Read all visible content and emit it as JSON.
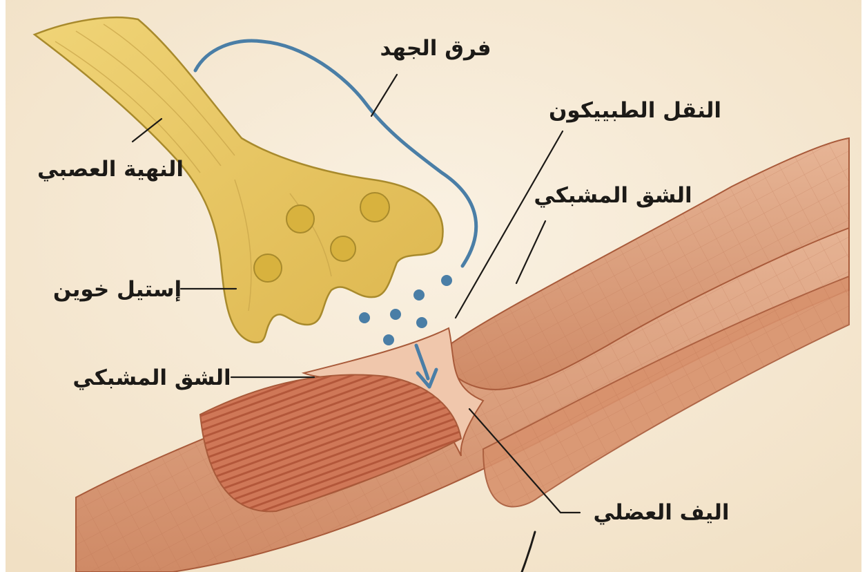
{
  "labels": {
    "potential_difference": "فرق الجهد",
    "nerve_ending": "النهية العصبي",
    "acetylcholine": "إستيل خوين",
    "transmission": "النقل الطبييكون",
    "synaptic_cleft_upper": "الشق المشبكي",
    "synaptic_cleft_lower": "الشق المشبكي",
    "muscle_fiber": "اليف العضلي"
  },
  "colors": {
    "background": "#f6ead6",
    "nerve": "#e5c25a",
    "nerve_outline": "#a88a2c",
    "muscle": "#d99a78",
    "muscle_dark": "#c46f4d",
    "muscle_outline": "#a85a3a",
    "signal_line": "#4a7ea6",
    "vesicle": "#d8b23e"
  }
}
